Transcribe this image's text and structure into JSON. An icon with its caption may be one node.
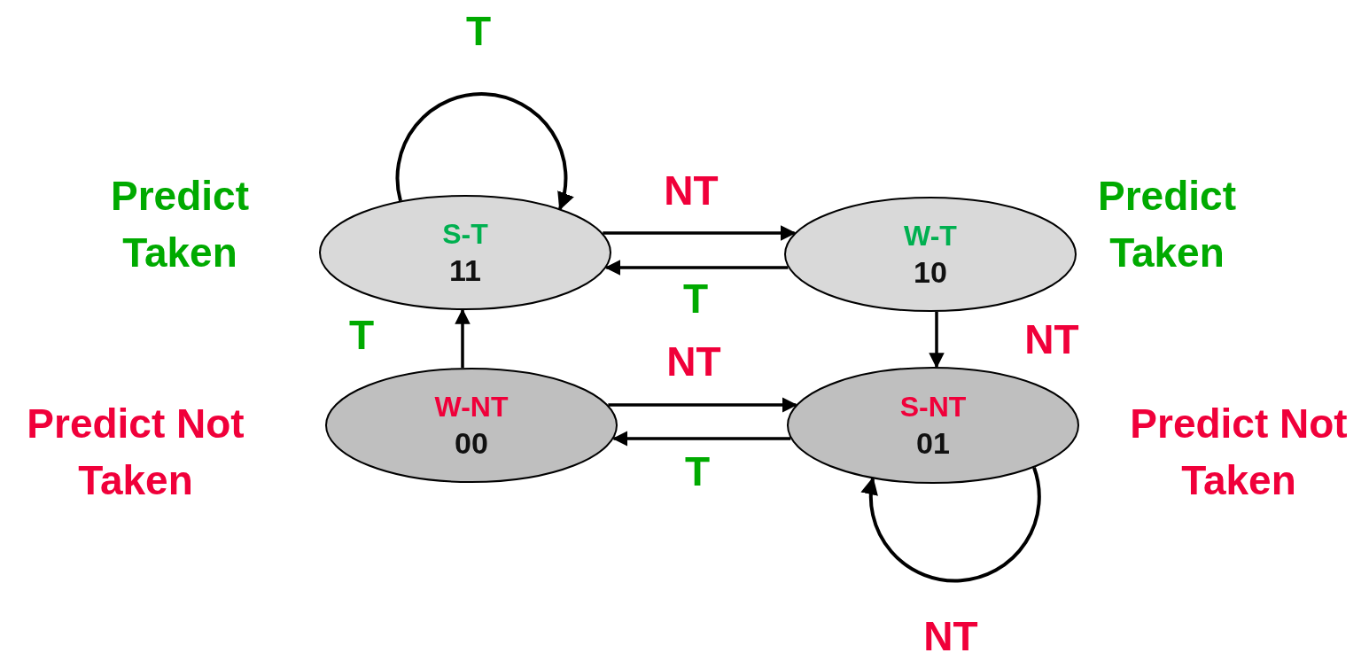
{
  "diagram": {
    "nodes": [
      {
        "text": [
          "S-T",
          "11"
        ],
        "beside": [
          "Predict Taken"
        ]
      },
      {
        "text": [
          "W-T",
          "10"
        ],
        "beside": [
          "Predict Taken"
        ]
      },
      {
        "text": [
          "W-NT",
          "00"
        ],
        "beside": [
          "Predict Not Taken"
        ]
      },
      {
        "text": [
          "S-NT",
          "01"
        ],
        "beside": [
          "Predict Not Taken"
        ]
      }
    ],
    "edges": [
      {
        "from": 0,
        "to": 0,
        "arrow": "to",
        "label": "T"
      },
      {
        "from": 0,
        "to": 1,
        "arrow": "to",
        "label": "NT"
      },
      {
        "from": 1,
        "to": 0,
        "arrow": "to",
        "label": "T"
      },
      {
        "from": 1,
        "to": 3,
        "arrow": "to",
        "label": "NT"
      },
      {
        "from": 2,
        "to": 0,
        "arrow": "to",
        "label": "T"
      },
      {
        "from": 2,
        "to": 3,
        "arrow": "to",
        "label": "NT"
      },
      {
        "from": 3,
        "to": 2,
        "arrow": "to",
        "label": "T"
      },
      {
        "from": 3,
        "to": 3,
        "arrow": "to",
        "label": "NT"
      }
    ]
  }
}
